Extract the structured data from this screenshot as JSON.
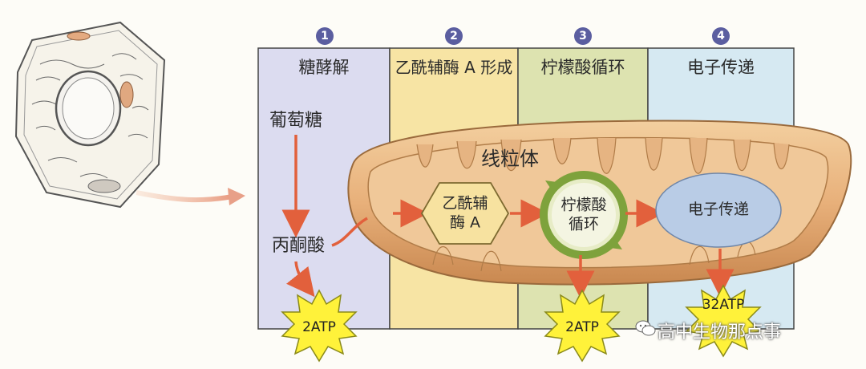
{
  "stages": [
    {
      "number": "1",
      "title": "糖酵解"
    },
    {
      "number": "2",
      "title": "乙酰辅酶 A 形成"
    },
    {
      "number": "3",
      "title": "柠檬酸循环"
    },
    {
      "number": "4",
      "title": "电子传递"
    }
  ],
  "labels": {
    "glucose": "葡萄糖",
    "pyruvate": "丙酮酸",
    "mitochondrion": "线粒体",
    "acetyl_coa_line1": "乙酰辅",
    "acetyl_coa_line2": "酶 A",
    "citric_line1": "柠檬酸",
    "citric_line2": "循环",
    "electron_transport": "电子传递"
  },
  "atp": {
    "glycolysis": "2ATP",
    "citric": "2ATP",
    "electron": "32ATP"
  },
  "watermark": "高中生物那点事",
  "colors": {
    "panel_glycolysis": "#dcdcf0",
    "panel_acetyl": "#f7e4a4",
    "panel_citric": "#dde3b0",
    "panel_electron": "#d6e9f2",
    "arrow": "#e2603c",
    "mitochondrion": "#e6b07a",
    "starburst": "#fff23a"
  }
}
